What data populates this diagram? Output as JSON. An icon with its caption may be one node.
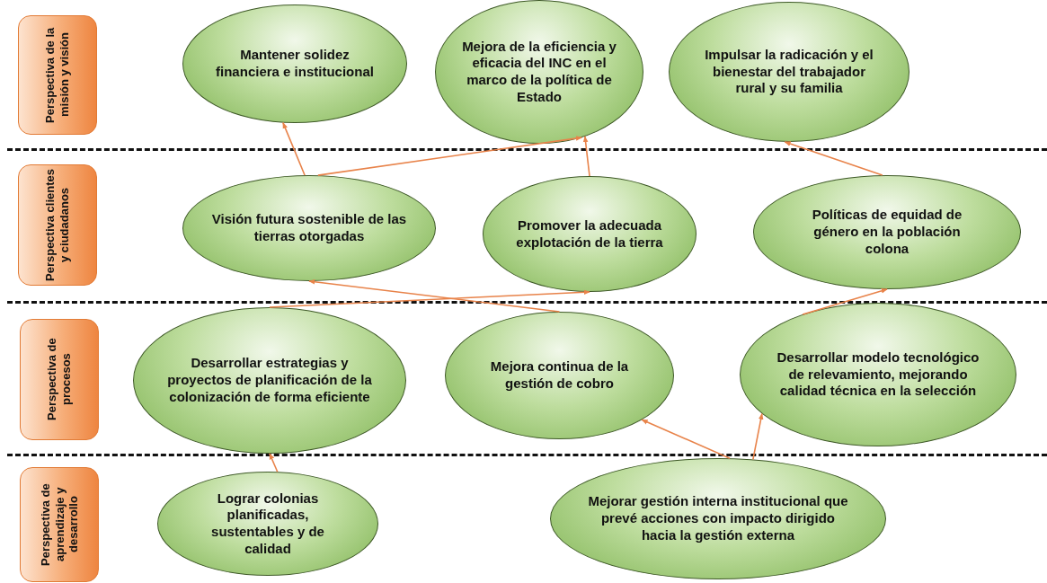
{
  "diagram": {
    "nodes": [
      {
        "text": [
          "Perspectiva de la misión y visión"
        ]
      },
      {
        "text": [
          "Mantener solidez financiera e institucional"
        ]
      },
      {
        "text": [
          "Mejora de la eficiencia y eficacia del INC en el marco de la política de Estado"
        ]
      },
      {
        "text": [
          "Impulsar la radicación y el bienestar del trabajador rural y su familia"
        ]
      },
      {
        "text": [
          "Perspectiva clientes y ciudadanos"
        ]
      },
      {
        "text": [
          "Visión futura sostenible de las tierras otorgadas"
        ]
      },
      {
        "text": [
          "Promover la adecuada explotación de la tierra"
        ]
      },
      {
        "text": [
          "Políticas de equidad de género en la población colona"
        ]
      },
      {
        "text": [
          "Perspectiva de procesos"
        ]
      },
      {
        "text": [
          "Desarrollar estrategias y proyectos de planificación de la colonización de forma eficiente"
        ]
      },
      {
        "text": [
          "Mejora continua de la gestión de cobro"
        ]
      },
      {
        "text": [
          "Desarrollar modelo tecnológico de relevamiento, mejorando calidad técnica en la selección"
        ]
      },
      {
        "text": [
          "Perspectiva de aprendizaje y desarrollo"
        ]
      },
      {
        "text": [
          "Lograr colonias planificadas, sustentables y de calidad"
        ]
      },
      {
        "text": [
          "Mejorar gestión interna institucional que prevé acciones con impacto dirigido hacia la gestión externa"
        ]
      }
    ],
    "edges": [
      {
        "from": 5,
        "to": 1,
        "arrow": "to"
      },
      {
        "from": 5,
        "to": 2,
        "arrow": "to"
      },
      {
        "from": 6,
        "to": 2,
        "arrow": "to"
      },
      {
        "from": 7,
        "to": 3,
        "arrow": "to"
      },
      {
        "from": 10,
        "to": 5,
        "arrow": "to"
      },
      {
        "from": 9,
        "to": 6,
        "arrow": "to"
      },
      {
        "from": 11,
        "to": 7,
        "arrow": "to"
      },
      {
        "from": 13,
        "to": 9,
        "arrow": "to"
      },
      {
        "from": 14,
        "to": 10,
        "arrow": "to"
      },
      {
        "from": 14,
        "to": 11,
        "arrow": "to"
      }
    ]
  }
}
